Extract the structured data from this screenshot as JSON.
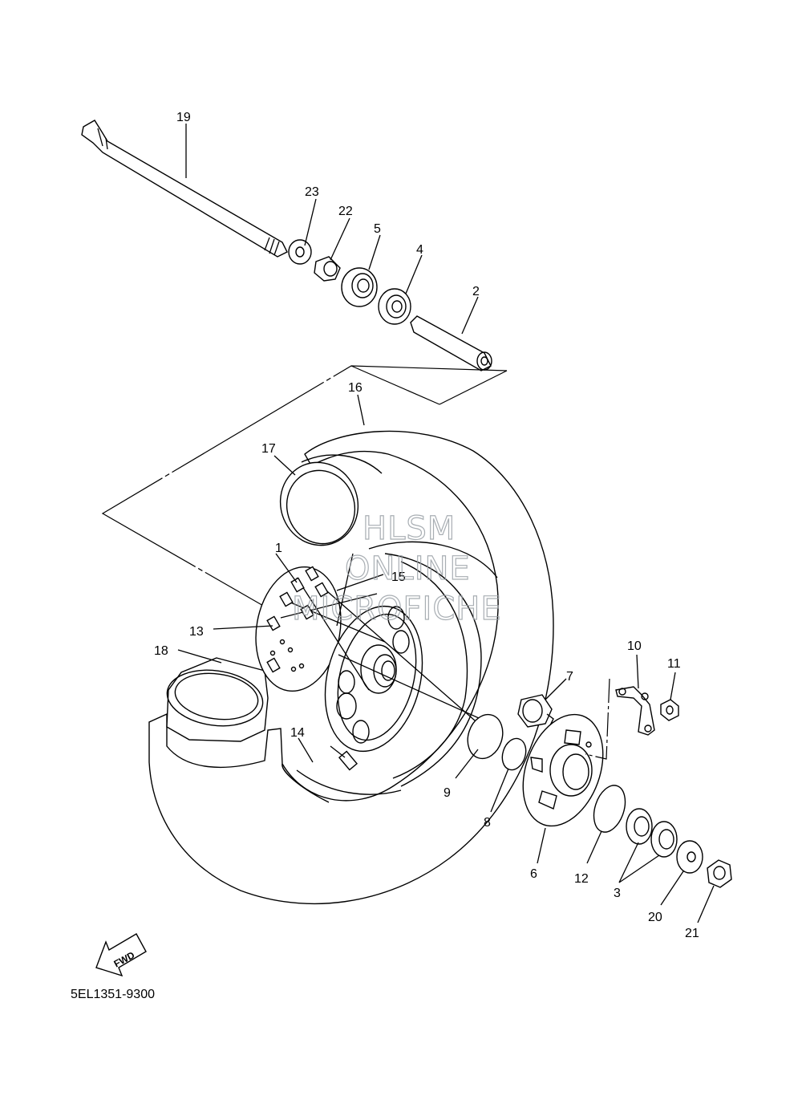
{
  "parts": [
    {
      "id": "p1",
      "number": "1"
    },
    {
      "id": "p2",
      "number": "2"
    },
    {
      "id": "p3",
      "number": "3"
    },
    {
      "id": "p4",
      "number": "4"
    },
    {
      "id": "p5",
      "number": "5"
    },
    {
      "id": "p6",
      "number": "6"
    },
    {
      "id": "p7",
      "number": "7"
    },
    {
      "id": "p8",
      "number": "8"
    },
    {
      "id": "p9",
      "number": "9"
    },
    {
      "id": "p10",
      "number": "10"
    },
    {
      "id": "p11",
      "number": "11"
    },
    {
      "id": "p12",
      "number": "12"
    },
    {
      "id": "p13",
      "number": "13"
    },
    {
      "id": "p14",
      "number": "14"
    },
    {
      "id": "p15",
      "number": "15"
    },
    {
      "id": "p16",
      "number": "16"
    },
    {
      "id": "p17",
      "number": "17"
    },
    {
      "id": "p18",
      "number": "18"
    },
    {
      "id": "p19",
      "number": "19"
    },
    {
      "id": "p20",
      "number": "20"
    },
    {
      "id": "p21",
      "number": "21"
    },
    {
      "id": "p22",
      "number": "22"
    },
    {
      "id": "p23",
      "number": "23"
    }
  ],
  "fwd_label": "FWD",
  "diagram_code": "5EL1351-9300",
  "watermark": {
    "line1": "HLSM",
    "line2": "ONLINE",
    "line3": "MICROFICHE"
  }
}
